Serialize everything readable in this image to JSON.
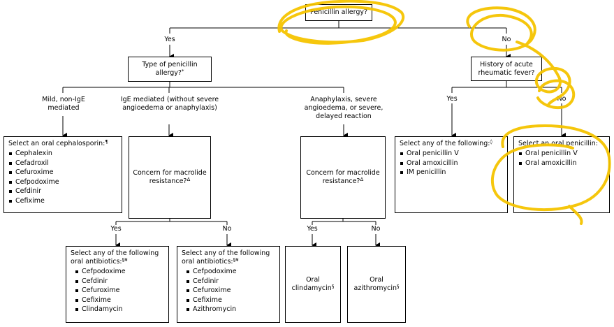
{
  "root": {
    "title": "Penicillin allergy?"
  },
  "branch_yes": "Yes",
  "branch_no": "No",
  "type_allergy": {
    "title": "Type of penicillin allergy?",
    "mark": "*"
  },
  "history_fever": {
    "title": "History of acute rheumatic fever?"
  },
  "cats": {
    "mild": "Mild, non-IgE mediated",
    "ige": "IgE mediated (without severe angioedema or anaphylaxis)",
    "anaphylaxis": "Anaphylaxis, severe angioedema, or severe, delayed reaction"
  },
  "hist_yes": "Yes",
  "hist_no": "No",
  "ceph": {
    "title": "Select an oral cephalosporin:",
    "mark": "¶",
    "items": [
      "Cephalexin",
      "Cefadroxil",
      "Cefuroxime",
      "Cefpodoxime",
      "Cefdinir",
      "Cefixime"
    ]
  },
  "concern1": {
    "title": "Concern for macrolide resistance?",
    "mark": "Δ"
  },
  "concern2": {
    "title": "Concern for macrolide resistance?",
    "mark": "Δ"
  },
  "select_any": {
    "title": "Select any of the following:",
    "mark": "◊",
    "items": [
      "Oral penicillin V",
      "Oral amoxicillin",
      "IM penicillin"
    ]
  },
  "select_oral_pen": {
    "title": "Select an oral penicillin:",
    "items": [
      "Oral penicillin V",
      "Oral amoxicillin"
    ]
  },
  "c1_yes": "Yes",
  "c1_no": "No",
  "c2_yes": "Yes",
  "c2_no": "No",
  "abx_yes": {
    "title": "Select any of the following oral antibiotics:",
    "mark": "§¥",
    "items": [
      "Cefpodoxime",
      "Cefdinir",
      "Cefuroxime",
      "Cefixime",
      "Clindamycin"
    ]
  },
  "abx_no": {
    "title": "Select any of the following oral antibiotics:",
    "mark": "§¥",
    "items": [
      "Cefpodoxime",
      "Cefdinir",
      "Cefuroxime",
      "Cefixime",
      "Azithromycin"
    ]
  },
  "clinda": {
    "line1": "Oral",
    "line2": "clindamycin",
    "mark": "§"
  },
  "azithro": {
    "line1": "Oral",
    "line2": "azithromycin",
    "mark": "§"
  },
  "colors": {
    "highlight": "#f5c400",
    "lines": "#000000"
  }
}
